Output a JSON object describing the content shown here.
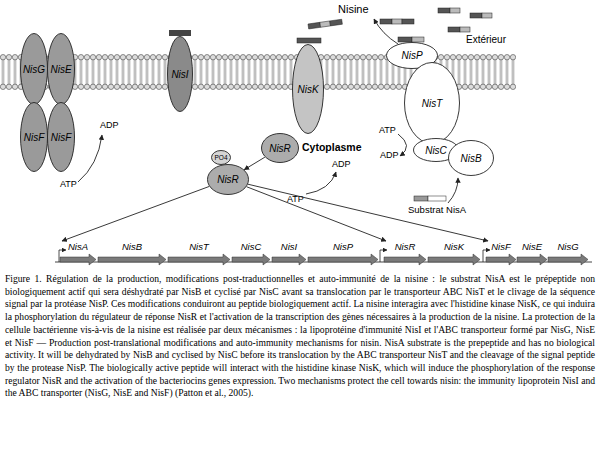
{
  "diagram": {
    "caption": "Figure 1. Régulation de la production, modifications post-traductionnelles et auto-immunité de la nisine : le substrat NisA est le prépeptide non biologiquement actif qui sera déshydraté par NisB et cyclisé par NisC avant sa translocation par le transporteur ABC NisT et le clivage de la séquence signal par la protéase NisP. Ces modifications conduiront au peptide biologiquement actif. La nisine interagira avec l'histidine kinase NisK, ce qui induira la phosphorylation du régulateur de réponse NisR et l'activation de la transcription des gènes nécessaires à la production de la nisine. La protection de la cellule bactérienne vis-à-vis de la nisine est réalisée par deux mécanismes : la lipoprotéine d'immunité NisI et l'ABC transporteur formé par NisG, NisE et NisF — Production post-translational modifications and auto-immunity mechanisms for nisin. NisA substrate is the prepeptide and has no biological activity. It will be dehydrated by NisB and cyclised by NisC before its translocation by the ABC transporteur NisT and the cleavage of the signal peptide by the protease NisP. The biologically active peptide will interact with the histidine kinase NisK, which will induce the phosphorylation of the response regulator NisR and the activation of the bacteriocins genes expression. Two mechanisms protect the cell towards nisin: the immunity lipoprotein NisI and the ABC transporter (NisG, NisE and NisF) (Patton et al., 2005).",
    "nodes": [
      {
        "text": [
          "NisG"
        ]
      },
      {
        "text": [
          "NisE"
        ]
      },
      {
        "text": [
          "NisF"
        ]
      },
      {
        "text": [
          "NisF"
        ]
      },
      {
        "text": [
          "NisI"
        ]
      },
      {
        "text": [
          "NisK"
        ]
      },
      {
        "text": [
          "NisR"
        ]
      },
      {
        "text": [
          "PO4"
        ]
      },
      {
        "text": [
          "NisR"
        ]
      },
      {
        "text": [
          "NisP"
        ]
      },
      {
        "text": [
          "NisT"
        ]
      },
      {
        "text": [
          "NisC"
        ]
      },
      {
        "text": [
          "NisB"
        ]
      },
      {
        "text": [
          "NisA"
        ]
      },
      {
        "text": [
          "NisB"
        ]
      },
      {
        "text": [
          "NisT"
        ]
      },
      {
        "text": [
          "NisC"
        ]
      },
      {
        "text": [
          "NisI"
        ]
      },
      {
        "text": [
          "NisP"
        ]
      },
      {
        "text": [
          "NisR"
        ]
      },
      {
        "text": [
          "NisK"
        ]
      },
      {
        "text": [
          "NisF"
        ]
      },
      {
        "text": [
          "NisE"
        ]
      },
      {
        "text": [
          "NisG"
        ]
      }
    ],
    "edges": [
      {
        "from": 6,
        "to": 8,
        "arrow": "to"
      },
      {
        "from": 8,
        "to": 13,
        "arrow": "to"
      },
      {
        "from": 8,
        "to": 19,
        "arrow": "to"
      },
      {
        "from": 8,
        "to": 21,
        "arrow": "to"
      }
    ],
    "labels": [
      "Nisine",
      "Extérieur",
      "Cytoplasme",
      "ADP",
      "ATP",
      "ADP",
      "ATP",
      "ATP",
      "ADP",
      "Substrat NisA"
    ]
  }
}
